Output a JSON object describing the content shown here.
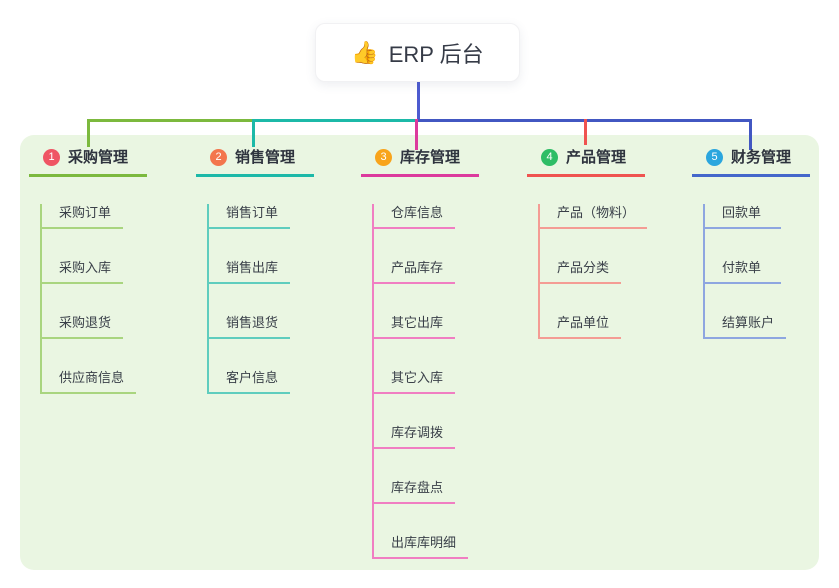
{
  "root": {
    "icon": "👍",
    "label": "ERP 后台"
  },
  "branches": [
    {
      "num": "1",
      "label": "采购管理",
      "children": [
        "采购订单",
        "采购入库",
        "采购退货",
        "供应商信息"
      ]
    },
    {
      "num": "2",
      "label": "销售管理",
      "children": [
        "销售订单",
        "销售出库",
        "销售退货",
        "客户信息"
      ]
    },
    {
      "num": "3",
      "label": "库存管理",
      "children": [
        "仓库信息",
        "产品库存",
        "其它出库",
        "其它入库",
        "库存调拨",
        "库存盘点",
        "出库库明细"
      ]
    },
    {
      "num": "4",
      "label": "产品管理",
      "children": [
        "产品（物料）",
        "产品分类",
        "产品单位"
      ]
    },
    {
      "num": "5",
      "label": "财务管理",
      "children": [
        "回款单",
        "付款单",
        "结算账户"
      ]
    }
  ],
  "colors": {
    "panel_bg": "#EAF6E2",
    "trunk_blue": "#4D5BD0",
    "branch_line_colors": [
      "#7CB93E",
      "#1CB9A8",
      "#DC3A9D",
      "#EF5350",
      "#4467CB"
    ],
    "child_line_colors": [
      "#A9D57F",
      "#5FCDBE",
      "#F07EC2",
      "#F49C94",
      "#8EA6E0"
    ],
    "badge_colors": [
      "#EF5564",
      "#F3764D",
      "#F8A41B",
      "#2EBD66",
      "#2BA6DE"
    ]
  }
}
